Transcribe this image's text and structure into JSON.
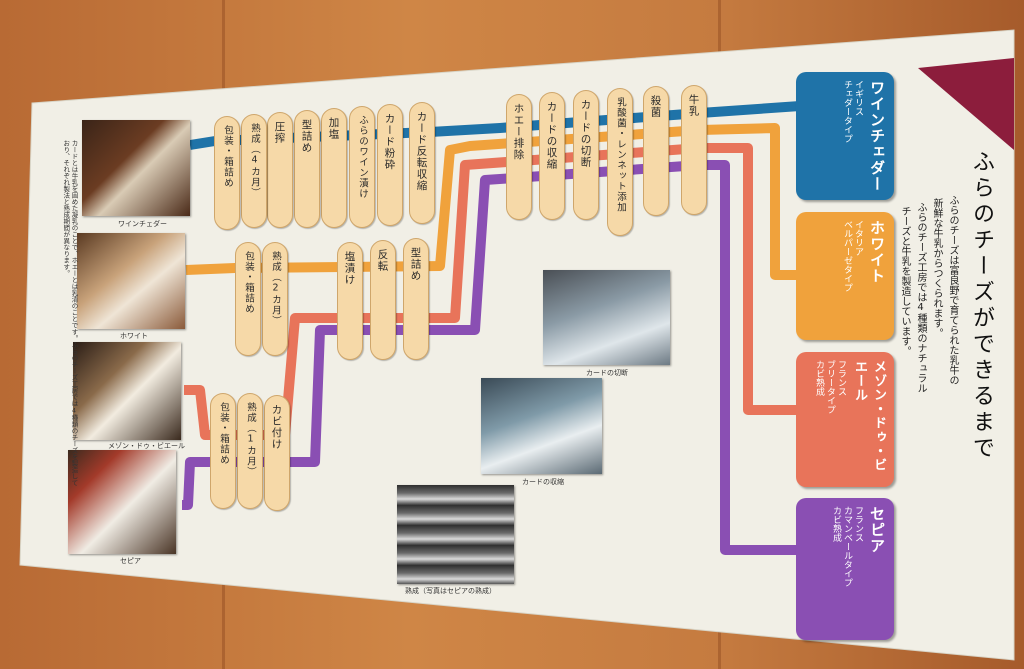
{
  "board": {
    "title": "ふらのチーズができるまで",
    "intro": [
      "ふらのチーズは富良野で育てられた乳牛の",
      "新鮮な牛乳からつくられます。",
      "ふらのチーズ工房では4種類のナチュラル",
      "チーズと牛乳を製造しています。"
    ]
  },
  "colors": {
    "blue": "#1f73a8",
    "orange": "#f0a23c",
    "salmon": "#e8745a",
    "purple": "#8a4fb3",
    "pill": "#f6d9a8",
    "maroon": "#8c1d3c"
  },
  "common_steps": [
    "牛乳",
    "殺菌",
    "乳酸菌・レンネット添加",
    "カードの切断",
    "カードの収縮",
    "ホエー排除"
  ],
  "wine_steps": [
    "カード反転収縮",
    "カード粉砕",
    "ふらのワイン漬け",
    "加塩",
    "型詰め",
    "圧搾",
    "熟成（4カ月）",
    "包装・箱詰め"
  ],
  "white_steps": [
    "型詰め",
    "反転",
    "塩漬け",
    "熟成（2カ月）",
    "包装・箱詰め"
  ],
  "bottom_steps": [
    "カビ付け",
    "熟成（1カ月）",
    "包装・箱詰め"
  ],
  "products": [
    {
      "name": "ワインチェダー",
      "sub": "イギリス\nチェダータイプ"
    },
    {
      "name": "ホワイト",
      "sub": "イタリア\nベルパーゼタイプ"
    },
    {
      "name": "メゾン・ドゥ・ビエール",
      "sub": "フランス\nブリータイプ\nカビ熟成"
    },
    {
      "name": "セピア",
      "sub": "フランス\nカマンベールタイプ\nカビ熟成"
    }
  ],
  "photos": {
    "left": [
      "ワインチェダー",
      "ホワイト",
      "メゾン・ドゥ・ビエール",
      "セピア"
    ],
    "process": [
      "カードの切断",
      "カードの収縮",
      "熟成（写真はセピアの熟成）"
    ]
  },
  "left_text": "カードとは牛乳を固めた凝乳のことで、ホエーとは乳清のことです。ふらのチーズ工房では4種類のチーズを製造しており、それぞれ製法と熟成期間が異なります。"
}
